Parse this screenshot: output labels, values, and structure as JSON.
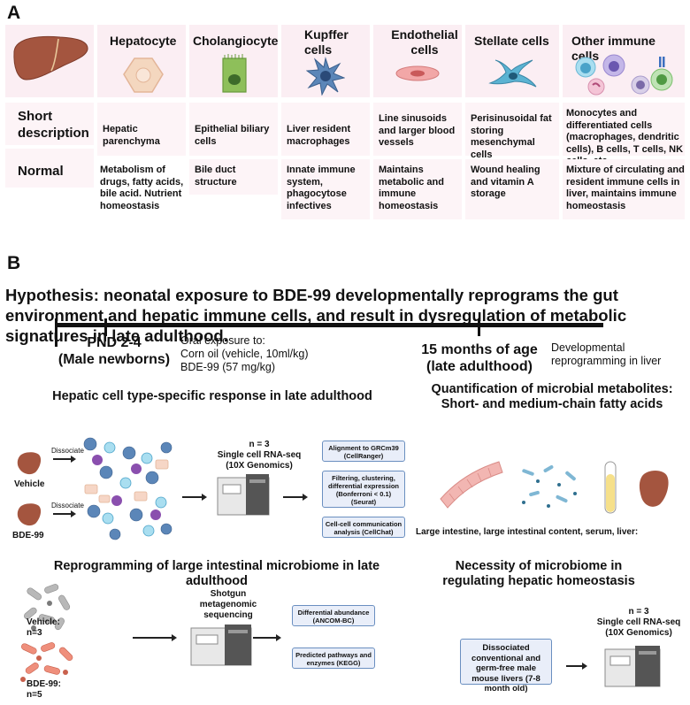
{
  "panel_a": {
    "letter": "A",
    "cell_types": [
      {
        "name": "Hepatocyte",
        "icon": "hepatocyte-icon"
      },
      {
        "name": "Cholangiocyte",
        "icon": "cholangiocyte-icon"
      },
      {
        "name": "Kupffer cells",
        "icon": "kupffer-cell-icon"
      },
      {
        "name": "Endothelial cells",
        "icon": "endothelial-cell-icon"
      },
      {
        "name": "Stellate cells",
        "icon": "stellate-cell-icon"
      },
      {
        "name": "Other immune cells",
        "icon": "immune-cells-icon"
      }
    ],
    "row_short_label": "Short description",
    "row_normal_label": "Normal",
    "short_descriptions": [
      "Hepatic parenchyma",
      "Epithelial biliary cells",
      "Liver resident macrophages",
      "Line sinusoids and larger blood vessels",
      "Perisinusoidal fat storing mesenchymal cells",
      "Monocytes and differentiated cells (macrophages, dendritic cells), B cells, T cells, NK cells, etc."
    ],
    "normal_functions": [
      "Metabolism of drugs, fatty acids, bile acid. Nutrient homeostasis",
      "Bile duct structure",
      "Innate immune system, phagocytose infectives",
      "Maintains metabolic and immune homeostasis",
      "Wound healing and vitamin A storage",
      "Mixture of circulating and resident immune cells in liver, maintains immune homeostasis"
    ],
    "colors": {
      "cell_bg": "#fbeef3",
      "liver": "#a4553f"
    }
  },
  "panel_b": {
    "letter": "B",
    "hypothesis": "Hypothesis: neonatal exposure to BDE-99 developmentally reprograms the gut environment and hepatic immune cells, and result in dysregulation of metabolic signatures in late adulthood.",
    "timeline": {
      "start_label_1": "PND 2-4",
      "start_label_2": "(Male newborns)",
      "exposure_title": "Oral exposure to:",
      "exposure_1": "Corn oil (vehicle, 10ml/kg)",
      "exposure_2": "BDE-99 (57 mg/kg)",
      "end_label_1": "15 months of age",
      "end_label_2": "(late adulthood)",
      "end_note_1": "Developmental",
      "end_note_2": "reprogramming in liver"
    },
    "scrna": {
      "title": "Hepatic cell type-specific response in late adulthood",
      "vehicle": "Vehicle",
      "bde": "BDE-99",
      "dissociate": "Dissociate",
      "n": "n = 3",
      "method_1": "Single cell RNA-seq",
      "method_2": "(10X Genomics)",
      "steps": [
        {
          "line1": "Alignment to GRCm39",
          "line2": "(CellRanger)",
          "line3": ""
        },
        {
          "line1": "Filtering, clustering,",
          "line2": "differential expression",
          "line3": "(Bonferroni < 0.1)",
          "line4": "(Seurat)"
        },
        {
          "line1": "Cell-cell communication",
          "line2": "analysis (CellChat)",
          "line3": ""
        }
      ]
    },
    "metabolites": {
      "title_1": "Quantification of microbial metabolites:",
      "title_2": "Short- and medium-chain fatty acids",
      "caption": "Large intestine, large intestinal content, serum, liver:"
    },
    "microbiome": {
      "title": "Reprogramming of large intestinal microbiome in late adulthood",
      "vehicle": "Vehicle:",
      "vehicle_n": "n=3",
      "bde": "BDE-99:",
      "bde_n": "n=5",
      "method_1": "Shotgun",
      "method_2": "metagenomic",
      "method_3": "sequencing",
      "step_1a": "Differential abundance",
      "step_1b": "(ANCOM-BC)",
      "step_2a": "Predicted pathways and",
      "step_2b": "enzymes (KEGG)"
    },
    "necessity": {
      "title_1": "Necessity of microbiome in",
      "title_2": "regulating hepatic homeostasis",
      "box": "Dissociated conventional and germ-free male mouse livers (7-8 month old)",
      "n": "n = 3",
      "method_1": "Single cell RNA-seq",
      "method_2": "(10X Genomics)"
    }
  }
}
